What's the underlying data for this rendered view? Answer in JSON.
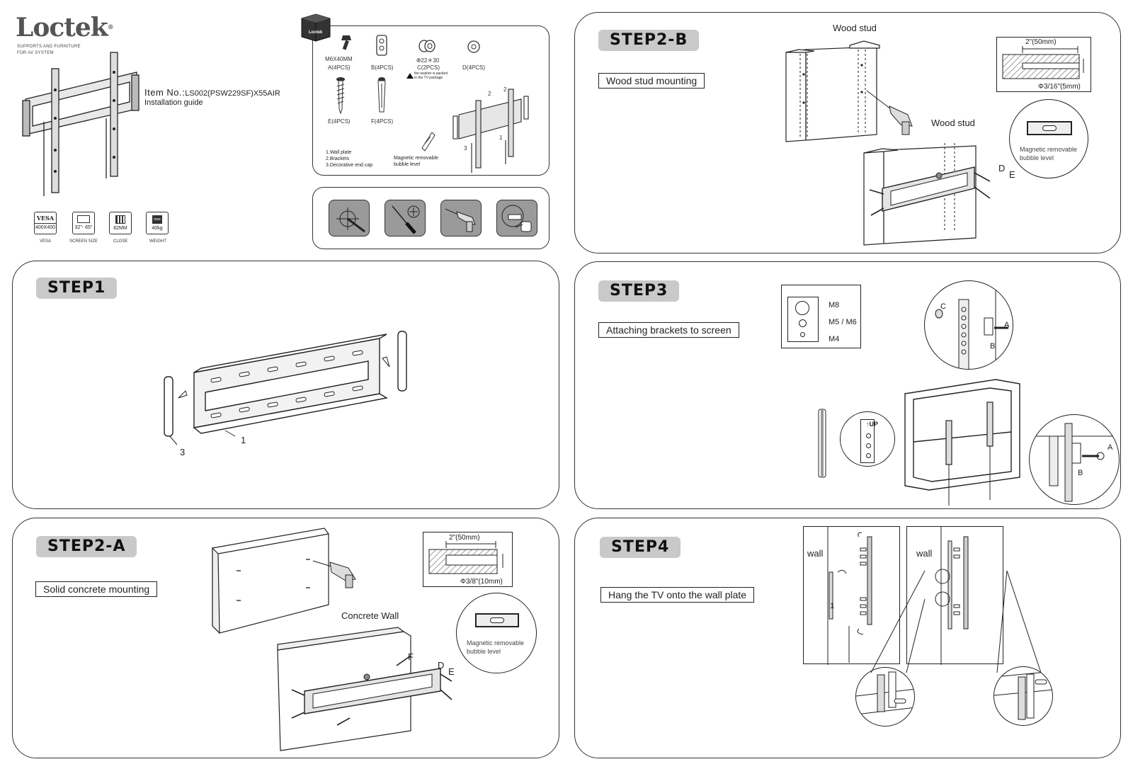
{
  "brand": {
    "logo": "Loctek",
    "registered": "®",
    "tagline_line1": "SUPPORTS AND FURNITURE",
    "tagline_line2": "FOR AV SYSTEM"
  },
  "item": {
    "label": "Item No.:",
    "number": "LS002(PSW229SF)X55AIR",
    "subtitle": "Installation guide"
  },
  "specs": [
    {
      "top": "VESA",
      "value": "400X400",
      "caption": "VESA"
    },
    {
      "top": "",
      "value": "32\"- 65\"",
      "caption": "SCREEN SIZE"
    },
    {
      "top": "",
      "value": "82MM",
      "caption": "CLOSE"
    },
    {
      "top": "max",
      "value": "40kg",
      "caption": "WEIGHT"
    }
  ],
  "parts": {
    "box_brand": "Loctek",
    "a_size": "M6X40MM",
    "a": "A(4PCS)",
    "b": "B(4PCS)",
    "c_size": "Φ22＊30",
    "c": "C(2PCS)",
    "c_note_line1": "the washer is packed",
    "c_note_line2": "in the TV package",
    "d": "D(4PCS)",
    "e": "E(4PCS)",
    "f": "F(4PCS)",
    "list": [
      "1.Wall plate",
      "2.Brackets",
      "3.Decorative end cap"
    ],
    "level_line1": "Magnetic removable",
    "level_line2": "bubble level",
    "callouts": [
      "1",
      "2",
      "2",
      "3"
    ]
  },
  "tools": [
    "pencil-icon",
    "screwdriver-icon",
    "drill-icon",
    "tape-measure-icon"
  ],
  "step1": {
    "badge": "STEP1",
    "callout_1": "1",
    "callout_3": "3"
  },
  "step2a": {
    "badge": "STEP2-A",
    "label": "Solid concrete mounting",
    "wall_label": "Concrete Wall",
    "depth": "2\"(50mm)",
    "diameter": "Φ3/8\"(10mm)",
    "level_line1": "Magnetic removable",
    "level_line2": "bubble level",
    "callouts": [
      "F",
      "D",
      "E"
    ]
  },
  "step2b": {
    "badge": "STEP2-B",
    "label": "Wood stud mounting",
    "stud_label_1": "Wood stud",
    "stud_label_2": "Wood stud",
    "depth": "2\"(50mm)",
    "diameter": "Φ3/16\"(5mm)",
    "level_line1": "Magnetic removable",
    "level_line2": "bubble level",
    "callouts": [
      "D",
      "E"
    ]
  },
  "step3": {
    "badge": "STEP3",
    "label": "Attaching brackets to screen",
    "screws": [
      "M8",
      "M5 / M6",
      "M4"
    ],
    "up": "↑UP",
    "callouts": [
      "C",
      "A",
      "B",
      "A",
      "B"
    ]
  },
  "step4": {
    "badge": "STEP4",
    "label": "Hang the TV onto the wall plate",
    "wall_1": "wall",
    "wall_2": "wall",
    "callout_1": "1"
  }
}
